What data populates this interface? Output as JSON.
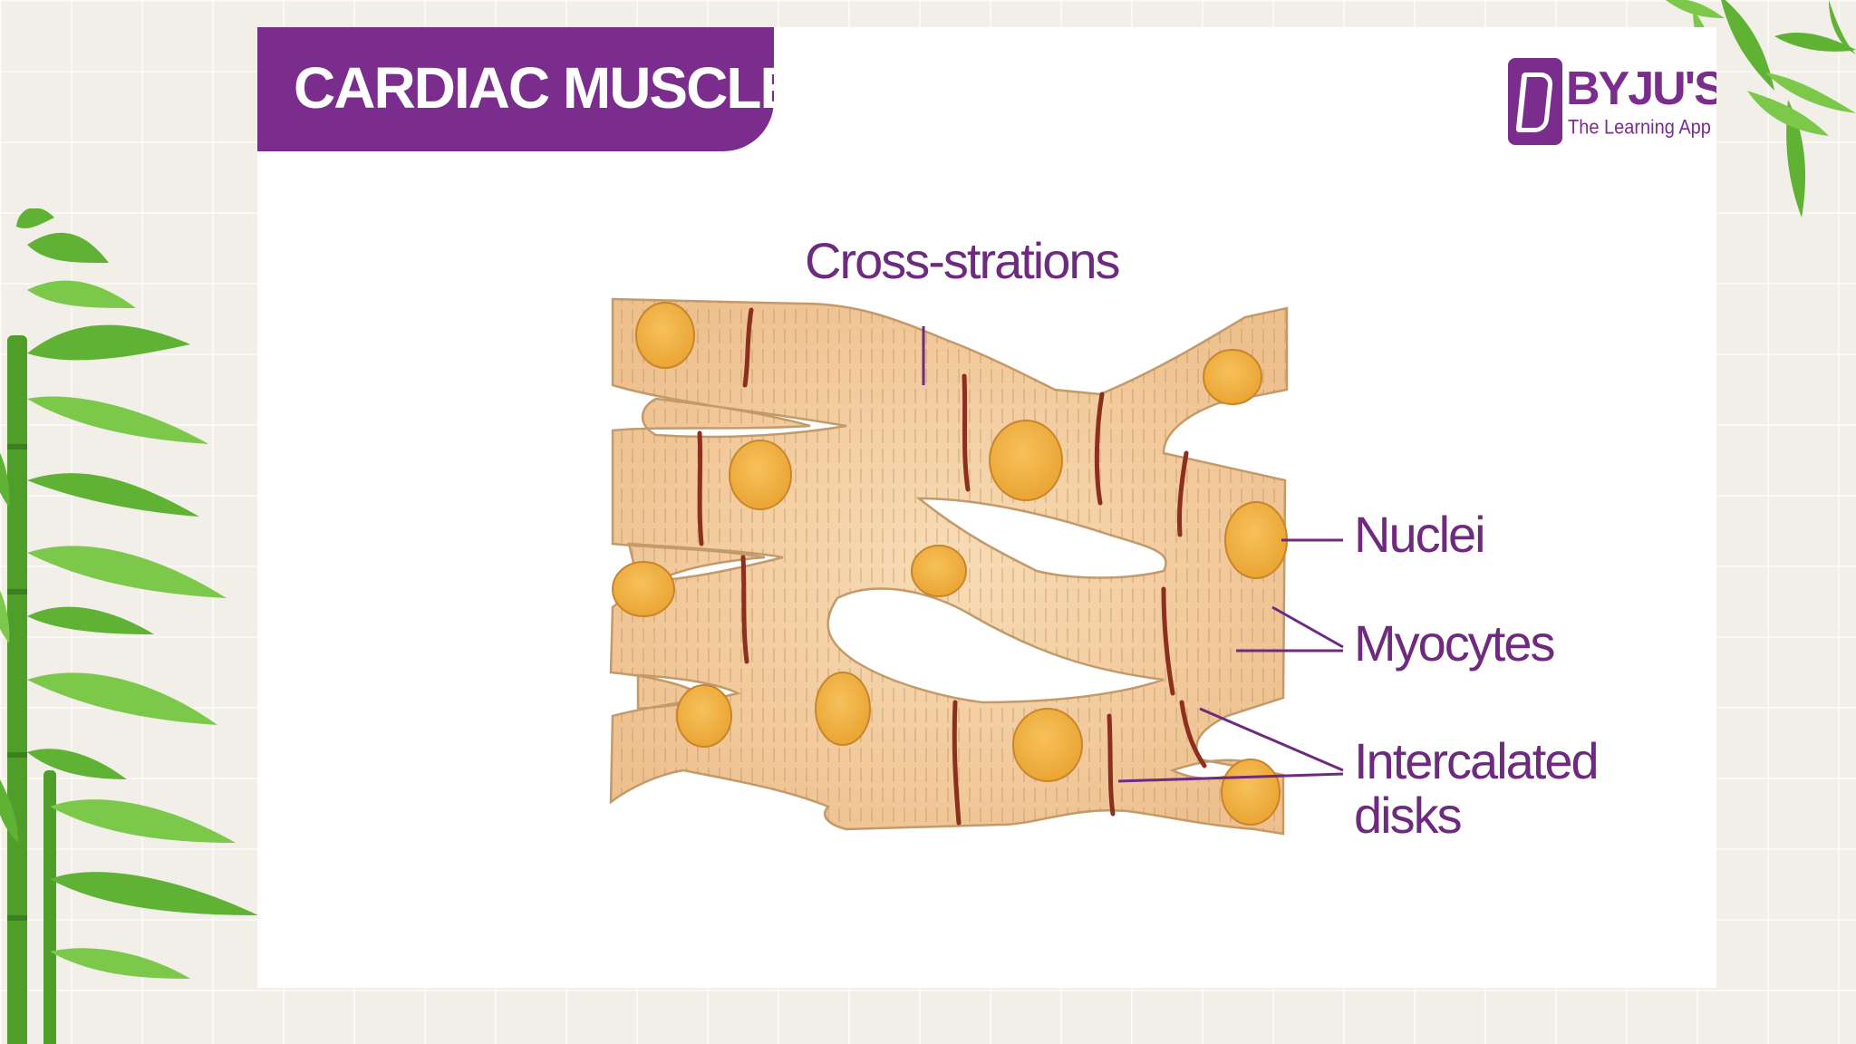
{
  "slide": {
    "title": "CARDIAC MUSCLE",
    "logo": {
      "name": "BYJU'S",
      "tagline": "The Learning App"
    }
  },
  "diagram": {
    "labels": {
      "cross_strations": "Cross-strations",
      "nuclei": "Nuclei",
      "myocytes": "Myocytes",
      "intercalated_line1": "Intercalated",
      "intercalated_line2": "disks"
    }
  },
  "colors": {
    "brand_purple": "#7b2d8e",
    "label_purple": "#6d2a7e",
    "fiber": "#f2cfa2",
    "fiber_outline": "#c39a6a",
    "nucleus": "#f3b146",
    "disk": "#8b2f1f",
    "bamboo": "#5fb234"
  },
  "icons": [
    "byjus-logo-icon",
    "bamboo-decoration"
  ]
}
